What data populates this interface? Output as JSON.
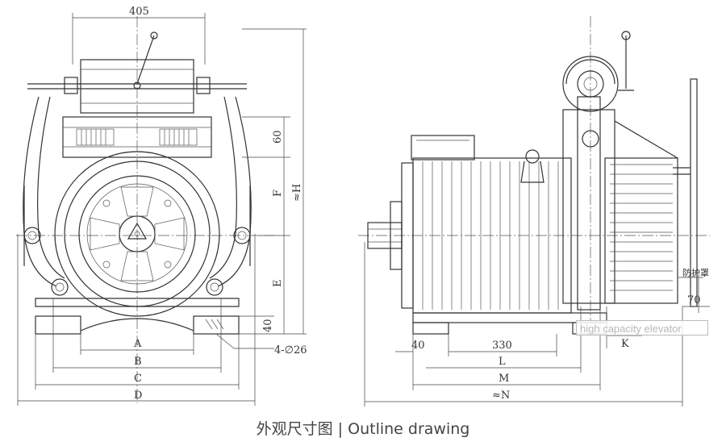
{
  "front_view": {
    "dim_top": "405",
    "dim_60": "60",
    "dim_F": "F",
    "dim_H": "≈H",
    "dim_E": "E",
    "dim_40": "40",
    "dim_holes": "4-∅26",
    "dim_A": "A",
    "dim_B": "B",
    "dim_C": "C",
    "dim_D": "D"
  },
  "side_view": {
    "dim_40": "40",
    "dim_330": "330",
    "dim_L": "L",
    "dim_M": "M",
    "dim_N": "≈N",
    "dim_K": "K",
    "dim_70": "70",
    "guard_label": "防护罩"
  },
  "watermark": "high capacity elevator",
  "caption": "外观尺寸图 | Outline drawing"
}
